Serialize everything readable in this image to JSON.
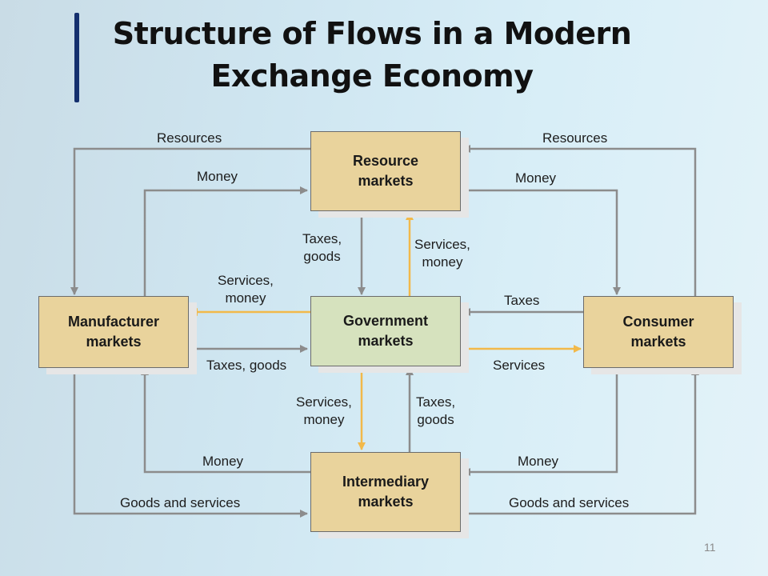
{
  "title": {
    "line1": "Structure of Flows in a Modern",
    "line2": "Exchange Economy"
  },
  "boxes": {
    "resource": "Resource\nmarkets",
    "manufacturer": "Manufacturer\nmarkets",
    "government": "Government\nmarkets",
    "consumer": "Consumer\nmarkets",
    "intermediary": "Intermediary\nmarkets"
  },
  "labels": {
    "resources_left": "Resources",
    "resources_right": "Resources",
    "money_top_left": "Money",
    "money_top_right": "Money",
    "taxes_goods_top": "Taxes,\ngoods",
    "services_money_top": "Services,\nmoney",
    "services_money_left": "Services,\nmoney",
    "taxes_right": "Taxes",
    "taxes_goods_left": "Taxes, goods",
    "services_right": "Services",
    "services_money_bottom": "Services,\nmoney",
    "taxes_goods_bottom": "Taxes,\ngoods",
    "money_bottom_left": "Money",
    "money_bottom_right": "Money",
    "goods_services_left": "Goods and services",
    "goods_services_right": "Goods and services"
  },
  "page_number": "11",
  "colors": {
    "gray_arrow": "#8c8c8c",
    "gold_arrow": "#f2b94a",
    "title_bar": "#14306e",
    "box_tan": "#e9d39c",
    "box_green": "#d6e2be"
  }
}
